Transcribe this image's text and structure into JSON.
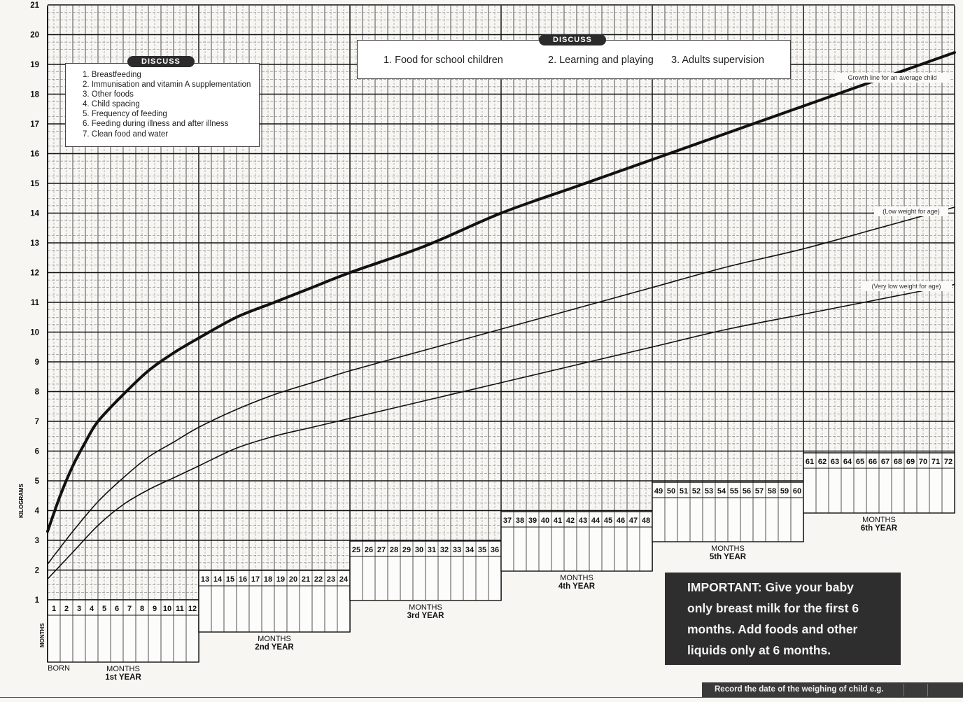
{
  "chart_data": {
    "type": "line",
    "title": "",
    "xlabel": "MONTHS",
    "ylabel": "KILOGRAMS",
    "ylim": [
      0,
      21
    ],
    "xlim": [
      0,
      72
    ],
    "y_ticks": [
      1,
      2,
      3,
      4,
      5,
      6,
      7,
      8,
      9,
      10,
      11,
      12,
      13,
      14,
      15,
      16,
      17,
      18,
      19,
      20,
      21
    ],
    "grid": true,
    "series": [
      {
        "name": "Growth line for an average child",
        "x": [
          0,
          1,
          2,
          3,
          4,
          6,
          8,
          10,
          12,
          15,
          18,
          21,
          24,
          30,
          36,
          42,
          48,
          54,
          60,
          66,
          72
        ],
        "values": [
          3.3,
          4.5,
          5.5,
          6.3,
          7.0,
          7.9,
          8.7,
          9.3,
          9.8,
          10.5,
          11.0,
          11.5,
          12.0,
          12.9,
          14.0,
          14.9,
          15.8,
          16.7,
          17.6,
          18.5,
          19.4
        ]
      },
      {
        "name": "(Low weight for age)",
        "x": [
          0,
          2,
          4,
          6,
          8,
          10,
          12,
          15,
          18,
          21,
          24,
          30,
          36,
          42,
          48,
          54,
          60,
          66,
          72
        ],
        "values": [
          2.2,
          3.3,
          4.3,
          5.1,
          5.8,
          6.3,
          6.8,
          7.4,
          7.9,
          8.3,
          8.7,
          9.4,
          10.1,
          10.8,
          11.5,
          12.2,
          12.8,
          13.5,
          14.2
        ]
      },
      {
        "name": "(Very low weight for age)",
        "x": [
          0,
          2,
          4,
          6,
          8,
          10,
          12,
          15,
          18,
          21,
          24,
          30,
          36,
          42,
          48,
          54,
          60,
          66,
          72
        ],
        "values": [
          1.7,
          2.6,
          3.5,
          4.2,
          4.7,
          5.1,
          5.5,
          6.1,
          6.5,
          6.8,
          7.1,
          7.7,
          8.3,
          8.9,
          9.5,
          10.1,
          10.6,
          11.1,
          11.6
        ]
      }
    ],
    "age_blocks": [
      {
        "months": [
          "1",
          "2",
          "3",
          "4",
          "5",
          "6",
          "7",
          "8",
          "9",
          "10",
          "11",
          "12"
        ],
        "label": "MONTHS",
        "year": "1st YEAR"
      },
      {
        "months": [
          "13",
          "14",
          "15",
          "16",
          "17",
          "18",
          "19",
          "20",
          "21",
          "22",
          "23",
          "24"
        ],
        "label": "MONTHS",
        "year": "2nd YEAR"
      },
      {
        "months": [
          "25",
          "26",
          "27",
          "28",
          "29",
          "30",
          "31",
          "32",
          "33",
          "34",
          "35",
          "36"
        ],
        "label": "MONTHS",
        "year": "3rd YEAR"
      },
      {
        "months": [
          "37",
          "38",
          "39",
          "40",
          "41",
          "42",
          "43",
          "44",
          "45",
          "46",
          "47",
          "48"
        ],
        "label": "MONTHS",
        "year": "4th YEAR"
      },
      {
        "months": [
          "49",
          "50",
          "51",
          "52",
          "53",
          "54",
          "55",
          "56",
          "57",
          "58",
          "59",
          "60"
        ],
        "label": "MONTHS",
        "year": "5th YEAR"
      },
      {
        "months": [
          "61",
          "62",
          "63",
          "64",
          "65",
          "66",
          "67",
          "68",
          "69",
          "70",
          "71",
          "72"
        ],
        "label": "MONTHS",
        "year": "6th YEAR"
      }
    ],
    "born_label": "BORN",
    "months_vertical_label": "MONTHS",
    "line_labels": [
      "Growth line for an average child",
      "(Low weight for age)",
      "(Very low weight for age)"
    ]
  },
  "discuss_left": {
    "tag": "DISCUSS",
    "items": [
      "1. Breastfeeding",
      "2. Immunisation and vitamin A supplementation",
      "3. Other foods",
      "4. Child spacing",
      "5. Frequency of feeding",
      "6. Feeding during illness and after illness",
      "7. Clean food and water"
    ]
  },
  "discuss_top": {
    "tag": "DISCUSS",
    "topics": [
      "1. Food for school children",
      "2. Learning and playing",
      "3. Adults supervision"
    ]
  },
  "important": {
    "lines": [
      "IMPORTANT: Give your baby",
      "only breast milk for the first 6",
      "months. Add foods and other",
      "liquids only at 6 months."
    ]
  },
  "footer": {
    "text": "Record the date of the weighing of child e.g."
  }
}
